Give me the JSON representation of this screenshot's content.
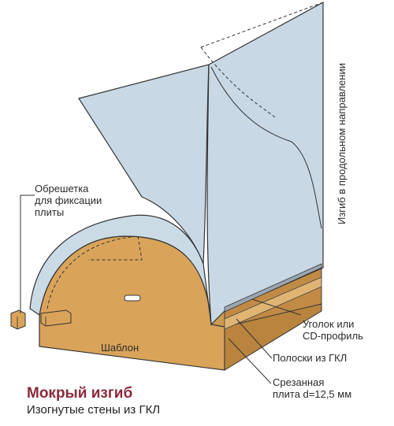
{
  "labels": {
    "battens_line1": "Обрешетка",
    "battens_line2": "для фиксации",
    "battens_line3": "плиты",
    "template": "Шаблон",
    "corner_line1": "Уголок или",
    "corner_line2": "CD-профиль",
    "strips": "Полоски из ГКЛ",
    "cut_board_line1": "Срезанная",
    "cut_board_line2": "плита d=12,5 мм",
    "longitudinal_bend": "Изгиб в продольном направлении"
  },
  "caption": {
    "title": "Мокрый изгиб",
    "subtitle": "Изогнутые стены из ГКЛ"
  },
  "colors": {
    "board": "#c8d8e4",
    "board_dark": "#b4c8d6",
    "wood": "#d9a45a",
    "wood_dark": "#b9843e",
    "title": "#8a2a3a",
    "line": "#333333"
  }
}
